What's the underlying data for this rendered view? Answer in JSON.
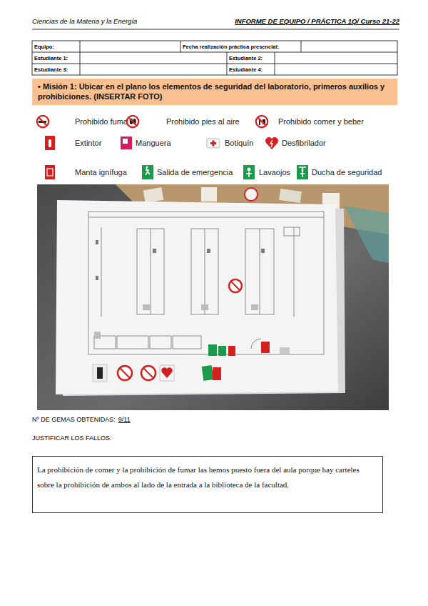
{
  "diagram": {
    "nodes": [
      {
        "text": [
          "• Misión 1: Ubicar en el plano los elementos de seguridad del laboratorio, primeros auxilios y prohibiciones. (INSERTAR FOTO)"
        ]
      },
      {
        "text": [
          "La prohibición de comer y la prohibición de fumar las hemos puesto fuera del aula porque hay carteles sobre la prohibición de ambos al lado de la entrada a la biblioteca de la facultad."
        ]
      }
    ],
    "labels": [
      "Ciencias de la Materia y la Energía",
      "INFORME DE EQUIPO / PRÁCTICA 1Q/ Curso 21-22",
      "Equipo:",
      "Fecha realización práctica presencial:",
      "Estudiante 1:",
      "Estudiante 2:",
      "Estudiante 3:",
      "Estudiante 4:",
      "Nº DE GEMAS OBTENIDAS:",
      "9/11",
      "JUSTIFICAR LOS FALLOS:"
    ],
    "legend": [
      {
        "text": "Prohibido fumar"
      },
      {
        "text": "Prohibido pies al aire"
      },
      {
        "text": "Prohibido comer y beber"
      },
      {
        "text": "Extintor"
      },
      {
        "text": "Manguera"
      },
      {
        "text": "Botiquín"
      },
      {
        "text": "Desfibrilador"
      },
      {
        "text": "Manta ignífuga"
      },
      {
        "text": "Salida de emergencia"
      },
      {
        "text": "Lavaojos"
      },
      {
        "text": "Ducha de seguridad"
      }
    ]
  }
}
